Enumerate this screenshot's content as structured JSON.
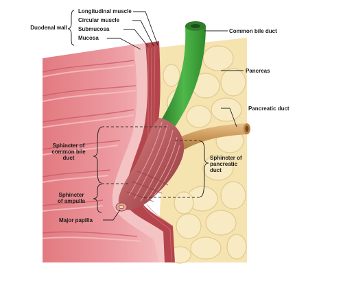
{
  "labels": {
    "duodenal_wall": "Duodenal wall",
    "longitudinal_muscle": "Longitudinal muscle",
    "circular_muscle": "Circular muscle",
    "submucosa": "Submucosa",
    "mucosa": "Mucosa",
    "common_bile_duct": "Common bile duct",
    "pancreas": "Pancreas",
    "pancreatic_duct": "Pancreatic duct",
    "sphincter_common_bile_duct_line1": "Sphincter of",
    "sphincter_common_bile_duct_line2": "common bile",
    "sphincter_common_bile_duct_line3": "duct",
    "sphincter_pancreatic_duct_line1": "Sphincter of",
    "sphincter_pancreatic_duct_line2": "pancreatic",
    "sphincter_pancreatic_duct_line3": "duct",
    "sphincter_ampulla_line1": "Sphincter",
    "sphincter_ampulla_line2": "of ampulla",
    "major_papilla": "Major papilla"
  },
  "colors": {
    "pancreas": "#f5e3b0",
    "pancreas_lobule_border": "#e0c98a",
    "duodenal_lumen": "#e8868c",
    "mucosa": "#f2b2b4",
    "muscle_wall": "#b5454d",
    "common_bile_duct": "#3e9a3a",
    "pancreatic_duct": "#d8a868",
    "sphincter": "#c46a6c",
    "leader_line": "#222222"
  }
}
